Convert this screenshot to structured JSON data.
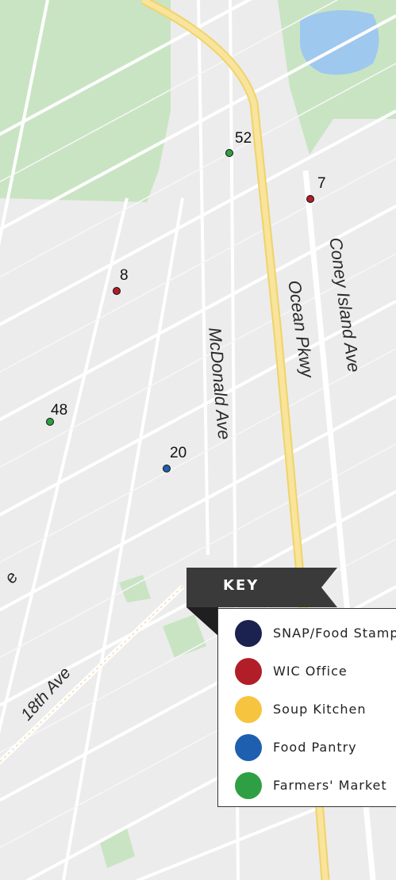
{
  "streets": {
    "coney_island_ave": "Coney Island Ave",
    "ocean_pkwy": "Ocean Pkwy",
    "mcdonald_ave": "McDonald Ave",
    "eighteenth_ave": "18th Ave",
    "partial_ave": "e"
  },
  "markers": [
    {
      "id": "52",
      "label": "52",
      "category": "farmers-market"
    },
    {
      "id": "7",
      "label": "7",
      "category": "wic-office"
    },
    {
      "id": "8",
      "label": "8",
      "category": "wic-office"
    },
    {
      "id": "48",
      "label": "48",
      "category": "farmers-market"
    },
    {
      "id": "20",
      "label": "20",
      "category": "food-pantry"
    }
  ],
  "key": {
    "title": "KEY",
    "items": [
      {
        "label": "SNAP/Food Stamps",
        "color": "#1b2250"
      },
      {
        "label": "WIC Office",
        "color": "#b11e27"
      },
      {
        "label": "Soup Kitchen",
        "color": "#f6c43f"
      },
      {
        "label": "Food Pantry",
        "color": "#1f5fb0"
      },
      {
        "label": "Farmers' Market",
        "color": "#2ea043"
      }
    ]
  },
  "colors": {
    "park": "#c9e4c3",
    "water": "#9fc8ef",
    "highway": "#f7e08a",
    "road": "#ffffff",
    "key_header": "#3a3a3a"
  }
}
